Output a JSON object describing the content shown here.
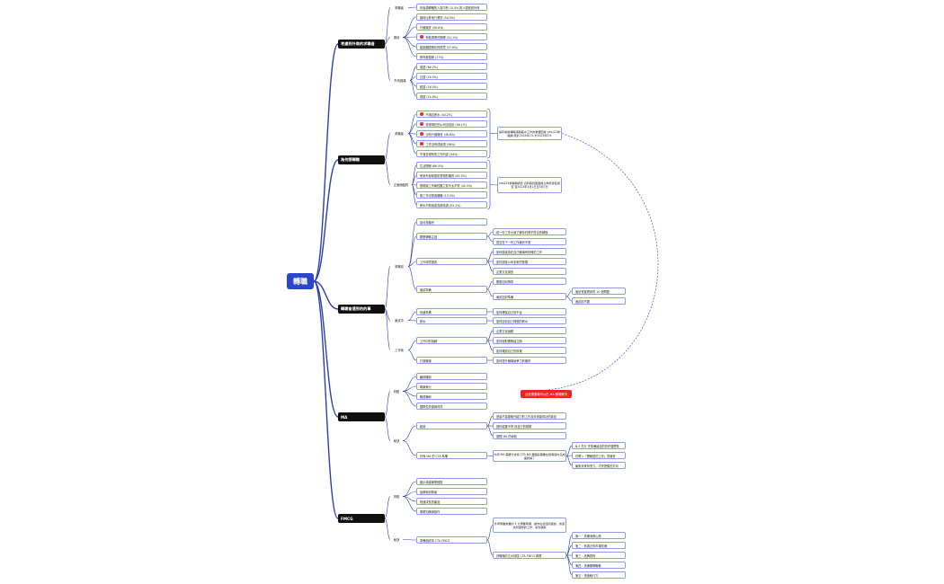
{
  "root": "轉職",
  "topics": {
    "t1": "考慮到外商的求職者",
    "t2": "為何想轉職",
    "t3": "轉職會遇到的的事",
    "t4": "MA",
    "t5": "FMCG"
  },
  "branches": {
    "b_t1_1": "求職者",
    "b_t1_2": "優勢",
    "b_t1_3": "外商困難",
    "b_t2_1": "求職者",
    "b_t2_2": "正面面臨的",
    "b_t3_1": "求職前",
    "b_t3_2": "面試中",
    "b_t3_3": "工作後",
    "b_t4_1": "特點",
    "b_t4_2": "秘訣",
    "b_t5_1": "特點",
    "b_t5_2": "秘訣"
  },
  "leaves": {
    "l01": "年後想轉職的人當中有 15.5% 的人想進到外商",
    "l02": "福利比其他行業好 (54.5%)",
    "l03": "升遷機會 (56.8%)",
    "l04": "有較專業的團隊 (51.1%)",
    "l05": "能接觸國際化的環境 (37.6%)",
    "l06": "薪資較優異 (27%)",
    "l07": "英語 (66.2%)",
    "l08": "日語 (18.5%)",
    "l09": "韓語 (16.5%)",
    "l10": "德語 (14.9%)",
    "l11": "不滿意薪水 (44.2%)",
    "l12": "覺得現在的公司沒前景 (46.1%)",
    "l13": "沒有升遷機會 (46.8%)",
    "l14": "工作沒有成就感 (56%)",
    "l15": "不滿意現有的工作內容 (34%)",
    "l16": "生活開銷 (66.5%)",
    "l17": "受到外部新聞影響想的機會 (63.5%)",
    "l18": "發現與工作屬性跟之前不太不符 (42.5%)",
    "l19": "換工作沒想過離職 (13.5%)",
    "l20": "薪水不夠用或長期未調 (53.2%)",
    "l21": "如何找機會",
    "l22": "履歷轉職主因",
    "l23": "工作環境調查",
    "l24": "面試準備",
    "l25": "前一份工作大致了解你們得不符合的轉換",
    "l26": "是否在下一份工作機會不需",
    "l27": "如何能保持在自己職場有特殊的工作",
    "l28": "如何調查公司未來的發展",
    "l29": "企業文化調查",
    "l30": "履歷如何撰寫",
    "l31": "面試如何準備",
    "l32": "面試會被問到的 10 個問題",
    "l33": "面試前不要",
    "l34": "情緒準備",
    "l35": "如何確保自己的不足",
    "l36": "薪水",
    "l37": "如何談到自己理想的薪水",
    "l38": "工作中的挑戰",
    "l39": "企業文化適應",
    "l40": "如何面對團隊建立關",
    "l41": "如何確認自己的風格",
    "l42": "打造職場",
    "l43": "如何提升職場競爭力的機會",
    "l44": "輪調機制",
    "l45": "專案執行",
    "l46": "職涯輔導",
    "l47": "國際性資源與資質",
    "l48": "趨勢",
    "l49": "是最不易被取代能力的工作及未來能成功的最佳",
    "l50": "讓你從要不同 改自己的規劃",
    "l51": "讓經 MA 的導航",
    "l52": "外商 MA 的 CTA 準備",
    "l53": "外商 MA 需要什麼樣 CTA MA 要面對需要在短時間內完成面試與了",
    "l54": "B.S 先行 先準備最佳的的作價標準",
    "l55": "在聘入「實戰型的工作」的機會",
    "l56": "聚焦未來有潛力，才會把握的方向",
    "l57": "顯示卓越專業經驗",
    "l58": "品牌與消費者",
    "l59": "快速成長的產品",
    "l60": "專業知識與操作",
    "l61": "準備面試前 CTA FMCG",
    "l62": "外商專業產業的 5 大專業準備，讓你在最佳的面試，快速找到理想的工作，拿到錄取",
    "l63": "好職場的五大特徵 CTA FMCG 專業",
    "l64": "第一：具備消費心態",
    "l65": "第二：有廣泛的市場知識",
    "l66": "第三：品牌感知",
    "l67": "第四：具備團隊聯繫",
    "l68": "第五：快速執行力"
  },
  "notes": {
    "n1": "擺年前後轉職潮與薪水工作的重要因素 yes123求職網 統計2024年1% 於2025年1%",
    "n2": "yes123求職網調查 資料取樣範圍與立陶宛會集調查 自2023年3月1日至5月7日"
  },
  "alert": "這是需要轉可以在 MA 職場解決",
  "colors": {
    "root": "#2c46c9",
    "topic": "#101010",
    "line": "#2d3fb0",
    "bullet": "#e8362b",
    "alert": "#e8281f",
    "border": "#8e9fe0"
  }
}
